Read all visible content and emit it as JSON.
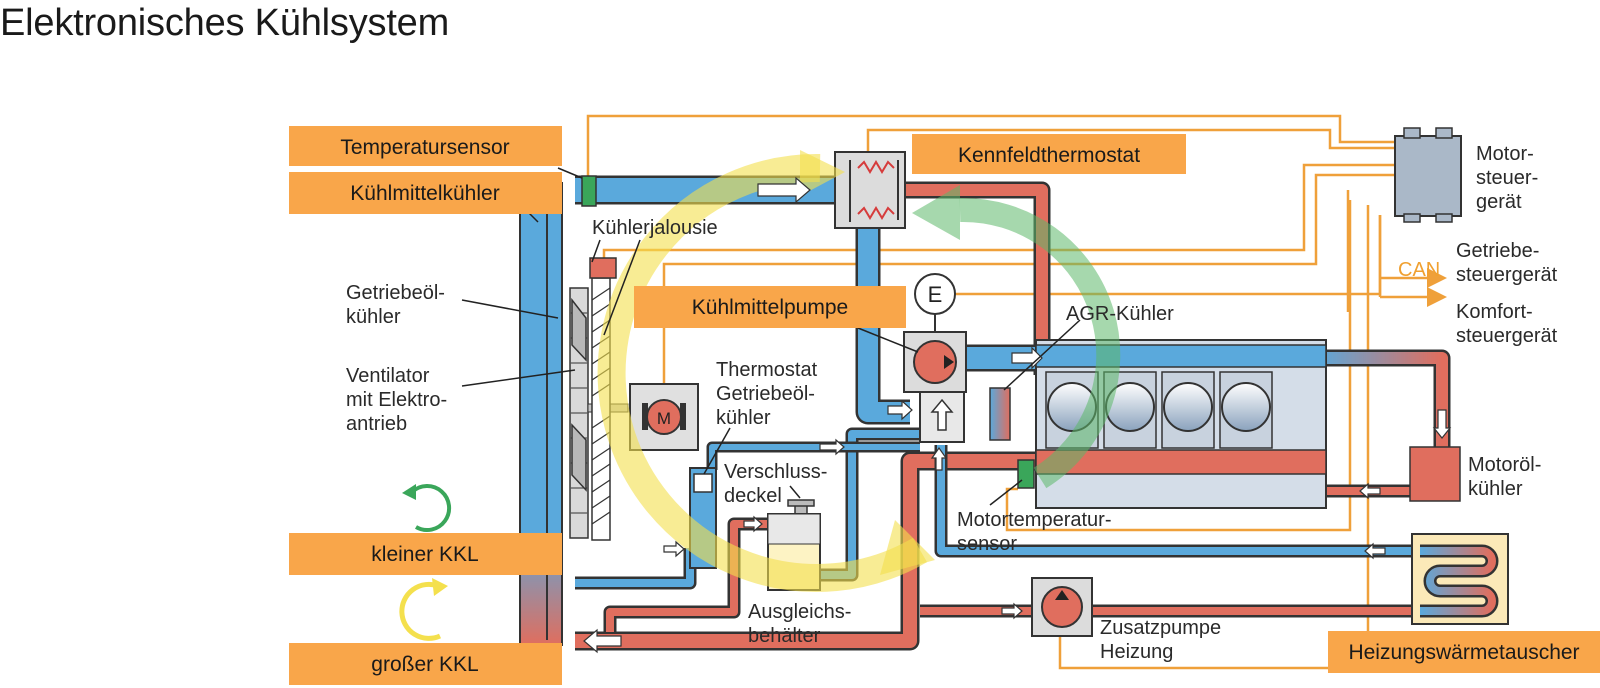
{
  "title": "Elektronisches Kühlsystem",
  "boxes": {
    "temperatursensor": "Temperatursensor",
    "kuehlmittelkuehler": "Kühlmittelkühler",
    "kennfeldthermostat": "Kennfeldthermostat",
    "kuehlmittelpumpe": "Kühlmittelpumpe",
    "kleiner_kkl": "kleiner KKL",
    "grosser_kkl": "großer KKL",
    "heizungswaermetauscher": "Heizungswärmetauscher"
  },
  "labels": {
    "kuehlerjalousie": "Kühlerjalousie",
    "getriebeoel_1": "Getriebeöl-",
    "getriebeoel_2": "kühler",
    "ventilator_1": "Ventilator",
    "ventilator_2": "mit Elektro-",
    "ventilator_3": "antrieb",
    "thermostat_1": "Thermostat",
    "thermostat_2": "Getriebeöl-",
    "thermostat_3": "kühler",
    "verschluss_1": "Verschluss-",
    "verschluss_2": "deckel",
    "ausgleich_1": "Ausgleichs-",
    "ausgleich_2": "behälter",
    "agr": "AGR-Kühler",
    "motortemp_1": "Motortemperatur-",
    "motortemp_2": "sensor",
    "zusatz_1": "Zusatzpumpe",
    "zusatz_2": "Heizung",
    "motoroel_1": "Motoröl-",
    "motoroel_2": "kühler",
    "motorsteuer_1": "Motor-",
    "motorsteuer_2": "steuer-",
    "motorsteuer_3": "gerät",
    "getriebesteuer_1": "Getriebe-",
    "getriebesteuer_2": "steuergerät",
    "komfort_1": "Komfort-",
    "komfort_2": "steuergerät",
    "can": "CAN",
    "e_symbol": "E",
    "m_symbol": "M"
  },
  "colors": {
    "label_box": "#f9a64a",
    "cold_coolant": "#5aa9dc",
    "hot_coolant": "#e06e5e",
    "signal_wire": "#efa03a",
    "small_circuit": "#5cb86a",
    "large_circuit": "#f4e04d"
  }
}
